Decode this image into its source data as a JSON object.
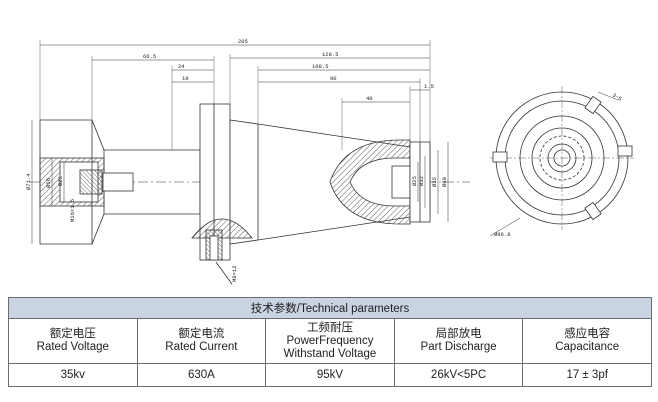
{
  "drawing": {
    "dimensions": {
      "overall_length": "205",
      "d_66_5": "66.5",
      "d_24": "24",
      "d_19": "19",
      "d_128_5": "128.5",
      "d_108_5": "108.5",
      "d_90": "90",
      "d_40": "40",
      "d_1_5": "1.5",
      "dia_left_outer": "Ø71.4",
      "dia_left_mid": "Ø56",
      "dia_left_inner": "Ø25",
      "thread_m16": "M16×1.5",
      "thread_bottom": "M8×12",
      "dia_tip_a": "Ø25",
      "dia_tip_b": "Ø32",
      "dia_tip_c": "Ø35",
      "dia_right_body": "Ø60",
      "end_view_dia": "Ø96.8",
      "end_view_slot": "3~5"
    }
  },
  "table": {
    "title": "技术参数/Technical parameters",
    "columns": [
      {
        "zh": "额定电压",
        "en": [
          "Rated Voltage"
        ],
        "value": "35kv"
      },
      {
        "zh": "额定电流",
        "en": [
          "Rated Current"
        ],
        "value": "630A"
      },
      {
        "zh": "工频耐压",
        "en": [
          "PowerFrequency",
          "Withstand Voltage"
        ],
        "value": "95kV"
      },
      {
        "zh": "局部放电",
        "en": [
          "Part Discharge"
        ],
        "value": "26kV<5PC"
      },
      {
        "zh": "感应电容",
        "en": [
          "Capacitance"
        ],
        "value": "17 ± 3pf"
      }
    ]
  }
}
